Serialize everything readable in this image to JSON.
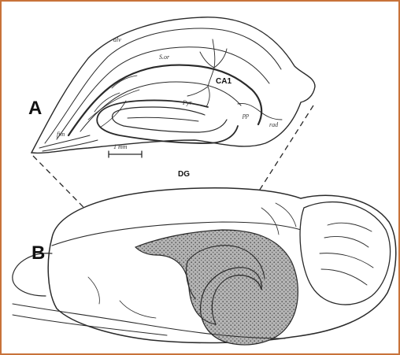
{
  "figure": {
    "panel_labels": {
      "a": "A",
      "b": "B"
    },
    "region_labels": {
      "ca1": "CA1",
      "dg": "DG"
    },
    "sketch_notes": {
      "alv": "alv",
      "s_or": "S.or",
      "pyr": "Pyr",
      "fim": "fim",
      "pp": "pp",
      "rad": "rad"
    },
    "scale_bar": "1 mm",
    "colors": {
      "frame": "#c8733a",
      "ink": "#2a2a2a",
      "shading": "#8c8c8c"
    }
  }
}
